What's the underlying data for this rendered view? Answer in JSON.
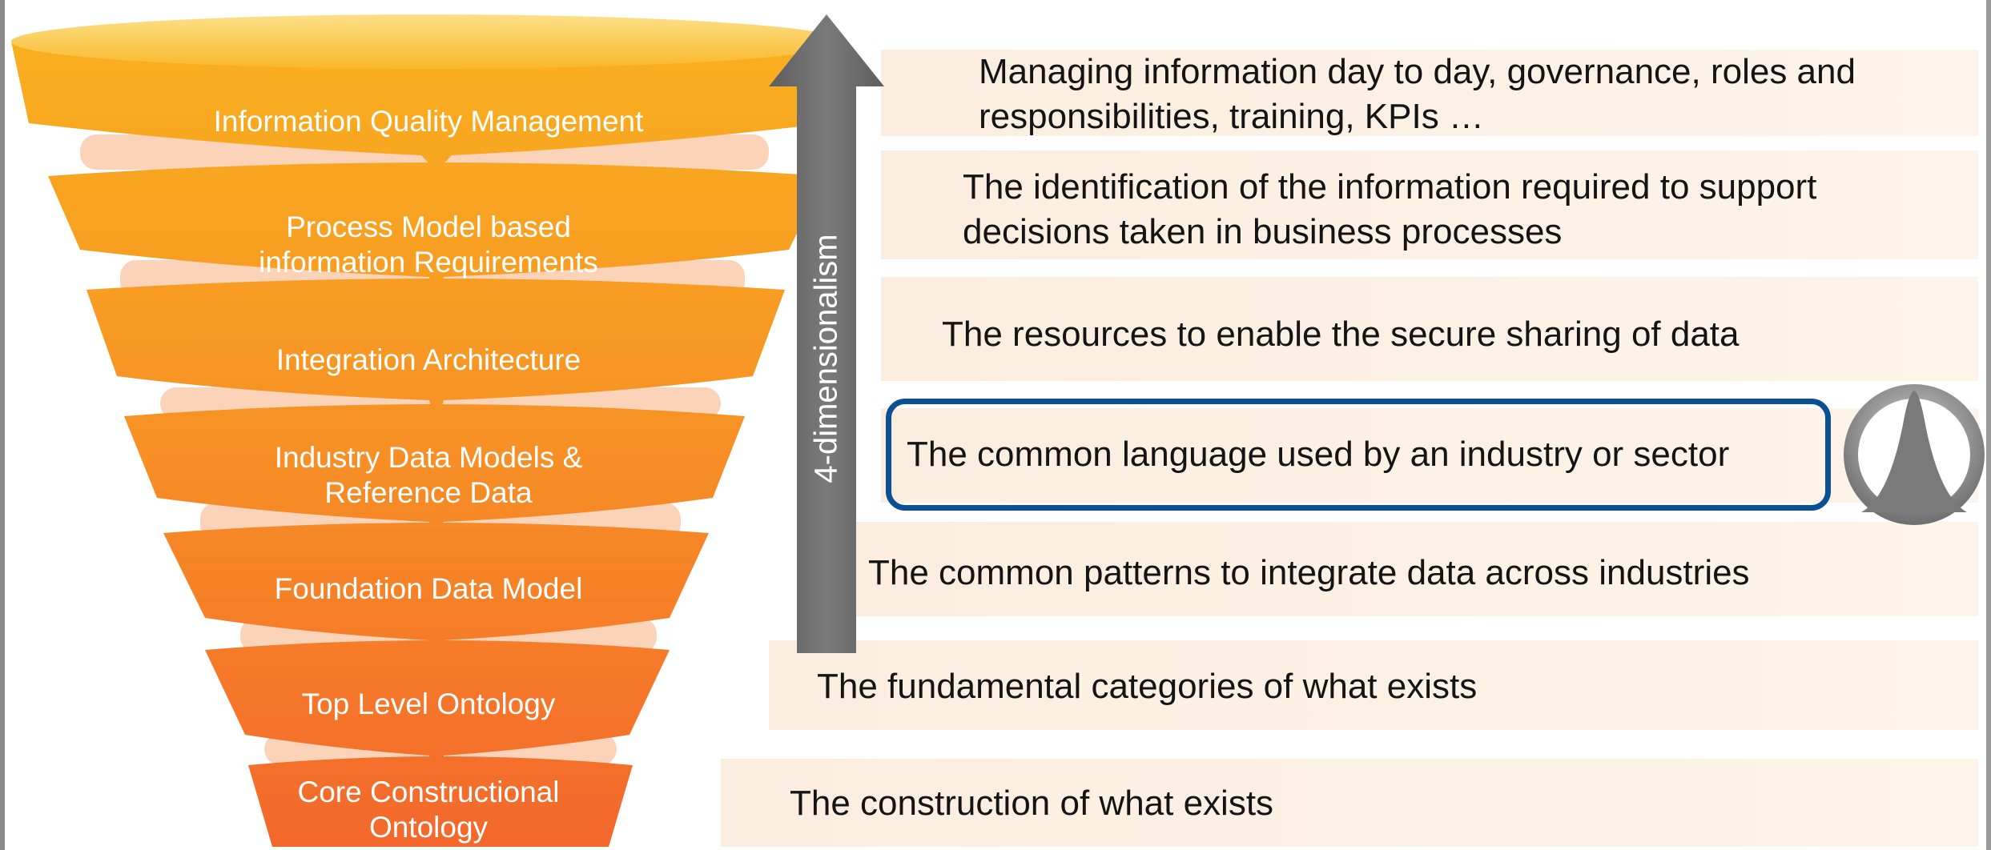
{
  "axis": {
    "label": "4-dimensionalism"
  },
  "layers": [
    {
      "label": [
        "Information Quality Management"
      ],
      "description": [
        "Managing information day to day, governance, roles and",
        "responsibilities, training, KPIs …"
      ]
    },
    {
      "label": [
        "Process Model based",
        "information Requirements"
      ],
      "description": [
        "The identification of the information required to support",
        "decisions taken in business processes"
      ]
    },
    {
      "label": [
        "Integration Architecture"
      ],
      "description": [
        "The resources to enable the secure sharing of data"
      ]
    },
    {
      "label": [
        "Industry Data Models &",
        "Reference Data"
      ],
      "description": [
        "The common language used by an industry or sector"
      ],
      "highlighted": true
    },
    {
      "label": [
        "Foundation Data Model"
      ],
      "description": [
        "The common patterns to integrate data across industries"
      ]
    },
    {
      "label": [
        "Top Level Ontology"
      ],
      "description": [
        "The fundamental categories of what exists"
      ]
    },
    {
      "label": [
        "Core Constructional",
        "Ontology"
      ],
      "description": [
        "The construction of what exists"
      ]
    }
  ],
  "colors": {
    "funnel_top": "#f9b21e",
    "funnel_bottom": "#f4672c",
    "arrow": "#6b6b6b",
    "highlight_border": "#0d4f93",
    "band": "#fbeee0"
  },
  "logo_icon": "circular-peak-logo-icon"
}
